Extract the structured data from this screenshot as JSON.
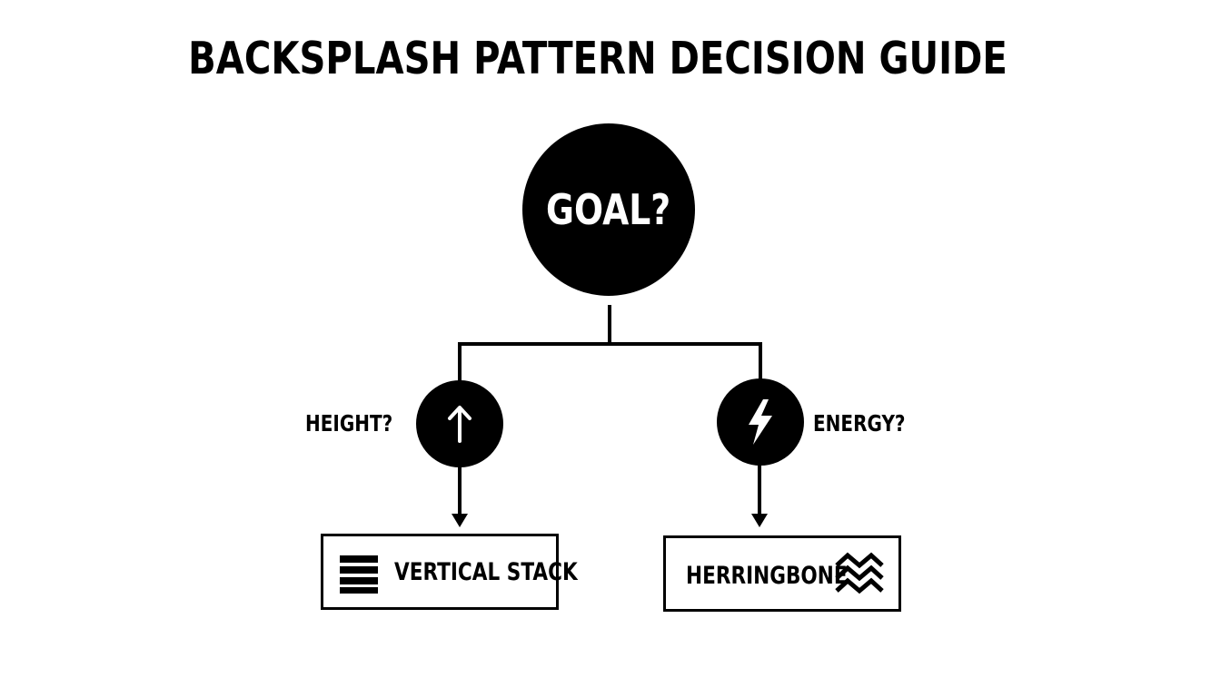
{
  "title": "BACKSPLASH PATTERN DECISION GUIDE",
  "root": {
    "label": "GOAL?"
  },
  "branches": [
    {
      "question": "HEIGHT?",
      "icon": "arrow-up-icon",
      "outcome": "VERTICAL STACK",
      "outcome_icon": "stacked-bars-icon"
    },
    {
      "question": "ENERGY?",
      "icon": "lightning-bolt-icon",
      "outcome": "HERRINGBONE",
      "outcome_icon": "zigzag-icon"
    }
  ],
  "colors": {
    "foreground": "#000000",
    "background": "#ffffff"
  }
}
